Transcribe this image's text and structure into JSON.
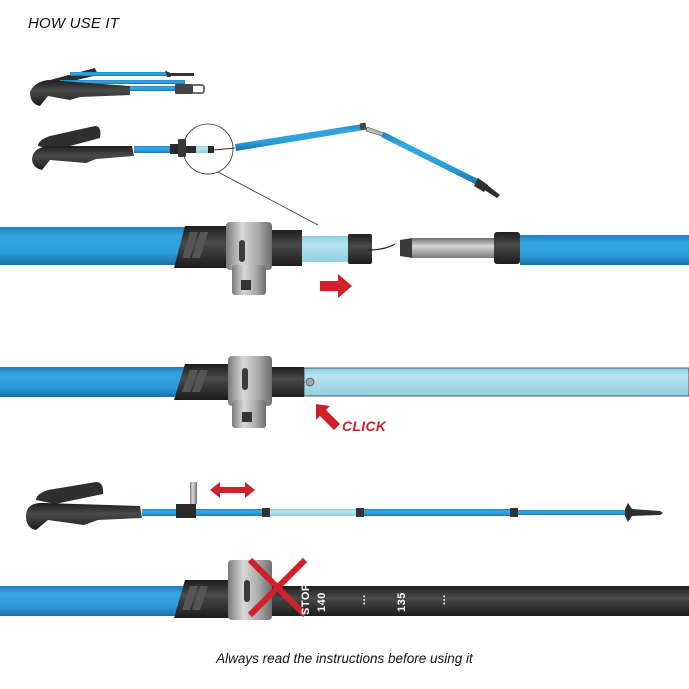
{
  "title": "HOW USE IT",
  "caption": "Always read the instructions before using it",
  "steps": [
    {
      "id": "folded",
      "description": "Pole folded"
    },
    {
      "id": "unfolding",
      "description": "Pole partially unfolded; detail circle on lock"
    },
    {
      "id": "pull",
      "description": "Pull section to lock",
      "arrow": "right"
    },
    {
      "id": "click",
      "description": "Locking button engages",
      "label": "CLICK"
    },
    {
      "id": "adjust",
      "description": "Adjust length",
      "arrow": "both"
    },
    {
      "id": "stop",
      "description": "Do not extend past STOP mark",
      "warning": "x"
    }
  ],
  "scale_marks": {
    "stop": "STOP",
    "mark1": "140",
    "dots1": "...",
    "mark2": "135",
    "dots2": "..."
  },
  "colors": {
    "shaft_blue": "#2a9ad8",
    "shaft_light": "#a7dbe8",
    "grip_black": "#2b2b2b",
    "metal": "#9a9a9a",
    "accent_red": "#d0202a"
  }
}
